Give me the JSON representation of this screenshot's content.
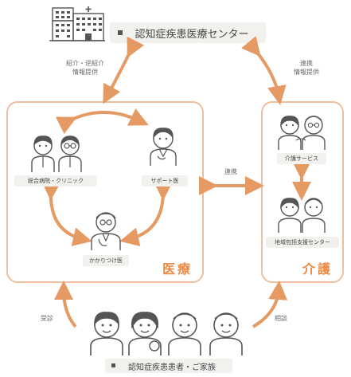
{
  "colors": {
    "accent": "#ef8a45",
    "arrow": "#e59a64",
    "panel_border": "#ecbf9f",
    "label_bg": "#f3f1ee",
    "line": "#555555"
  },
  "top": {
    "icon": "hospital-building-icon",
    "title": "認知症疾患医療センター"
  },
  "edges": {
    "left_top": [
      "紹介・逆紹介",
      "情報提供"
    ],
    "right_top": [
      "連携",
      "情報提供"
    ],
    "middle": "連携",
    "left_bottom": "受診",
    "right_bottom": "相談"
  },
  "medical": {
    "title": "医療",
    "general_hospital": "総合病院・クリニック",
    "support_doctor": "サポート医",
    "family_doctor": "かかりつけ医"
  },
  "care": {
    "title": "介護",
    "care_service": "介護サービス",
    "support_center": "地域包括支援センター"
  },
  "bottom": {
    "title": "認知症疾患患者・ご家族"
  }
}
